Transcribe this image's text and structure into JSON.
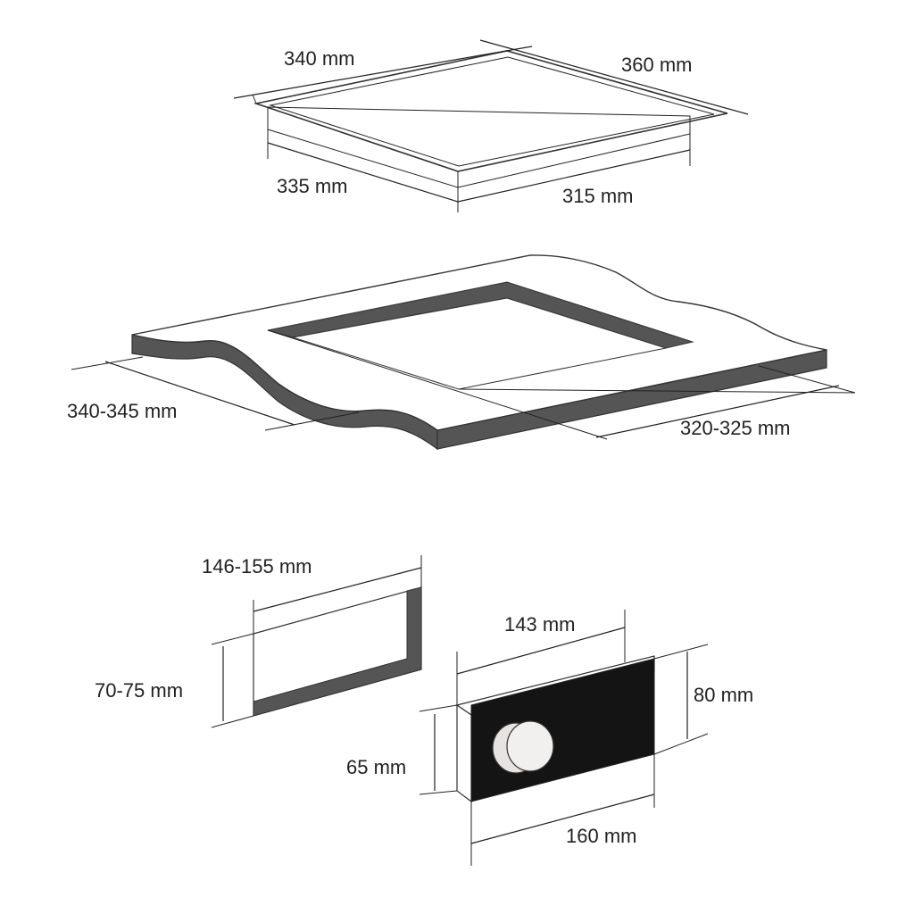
{
  "hob": {
    "width_label": "340 mm",
    "depth_label": "360 mm",
    "base_width_label": "335 mm",
    "base_depth_label": "315 mm"
  },
  "cutout": {
    "width_label": "340-345 mm",
    "depth_label": "320-325 mm"
  },
  "control_cutout": {
    "width_label": "146-155 mm",
    "height_label": "70-75 mm"
  },
  "control_module": {
    "width_label": "143 mm",
    "panel_height_label": "80 mm",
    "body_height_label": "65 mm",
    "panel_width_label": "160 mm"
  },
  "colors": {
    "line": "#222222",
    "cut_edge": "#555555",
    "panel": "#141414",
    "knob": "#f2f0ee"
  }
}
